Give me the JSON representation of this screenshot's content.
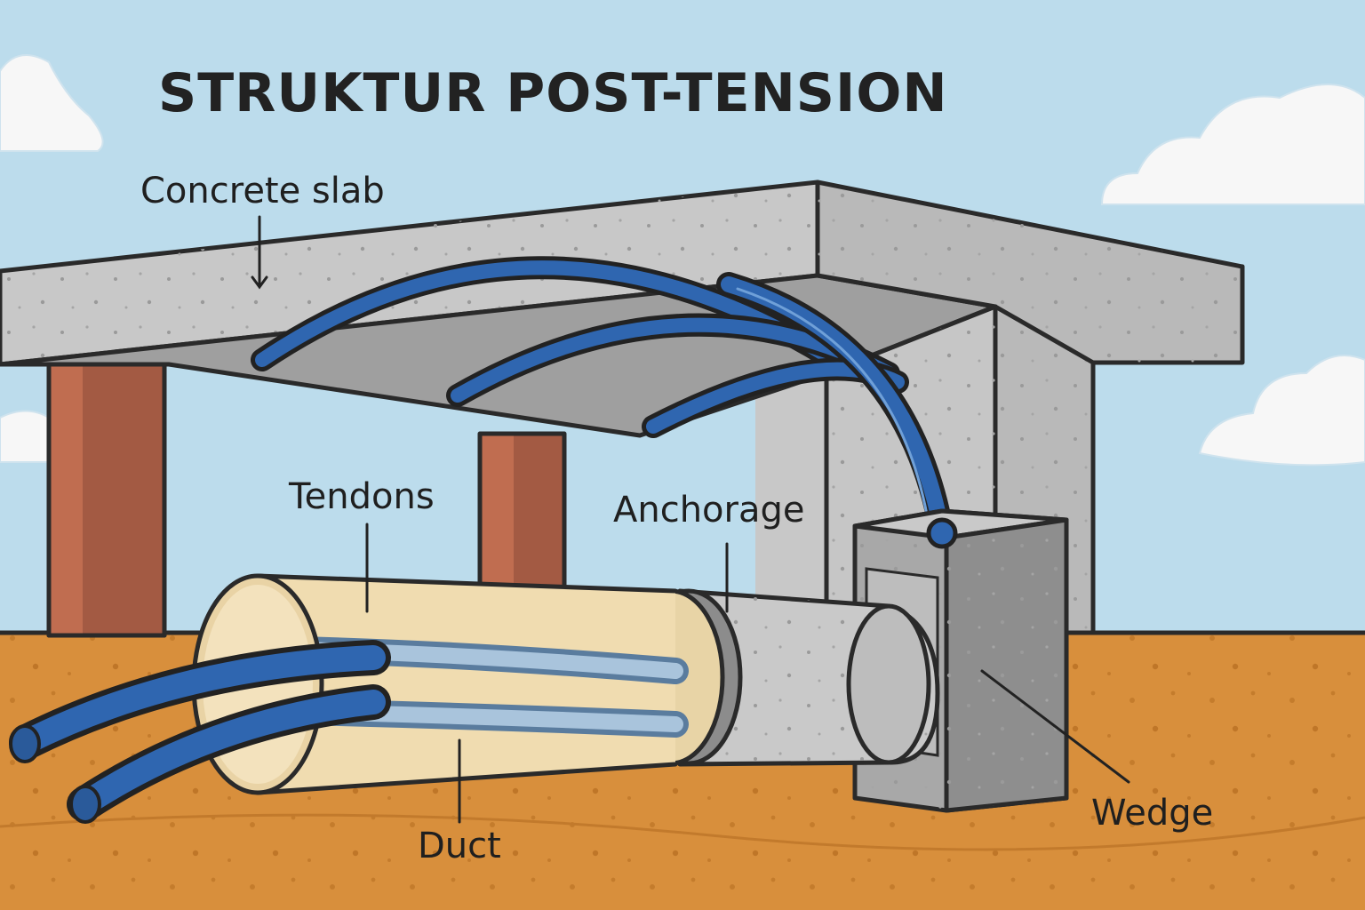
{
  "title": "STRUKTUR POST-TENSION",
  "labels": {
    "concrete_slab": "Concrete slab",
    "tendons": "Tendons",
    "anchorage": "Anchorage",
    "duct": "Duct",
    "wedge": "Wedge"
  },
  "colors": {
    "sky": "#bcdcec",
    "cloud": "#f7f7f7",
    "ground": "#d88f3c",
    "concrete": "#c4c4c4",
    "concrete_dark": "#a9a9a9",
    "column": "#a35a43",
    "tendon": "#2f66b0",
    "duct": "#f0dcb0",
    "outline": "#2a2a2a"
  }
}
